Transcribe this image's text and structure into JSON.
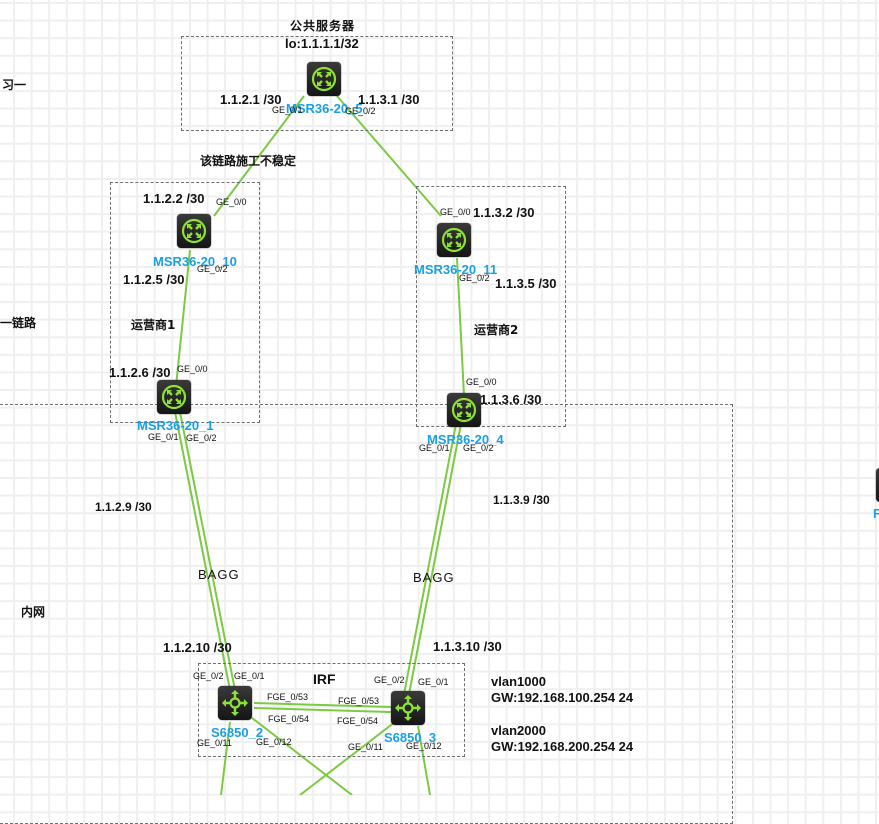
{
  "colors": {
    "link": "#7cc943",
    "device_name": "#1aa0e6",
    "box_border": "#6e6e6e",
    "device_icon": "#8ee234"
  },
  "partial_labels": {
    "left_top": "习一",
    "left_mid": "一链路",
    "right_cut_device": "F"
  },
  "groups": {
    "public_server": {
      "title": "公共服务器",
      "loopback": "lo:1.1.1.1/32"
    },
    "isp1": {
      "title": "运营商1"
    },
    "isp2": {
      "title": "运营商2"
    },
    "intranet": {
      "title": "内网"
    },
    "irf": {
      "title": "IRF"
    }
  },
  "annotations": {
    "unstable_link": "该链路施工不稳定",
    "bagg_left": "BAGG",
    "bagg_right": "BAGG",
    "vlan1000": "vlan1000",
    "vlan1000_gw": "GW:192.168.100.254 24",
    "vlan2000": "vlan2000",
    "vlan2000_gw": "GW:192.168.200.254 24"
  },
  "devices": {
    "msr5": {
      "name": "MSR36-20_5",
      "type": "router"
    },
    "msr10": {
      "name": "MSR36-20_10",
      "type": "router"
    },
    "msr11": {
      "name": "MSR36-20_11",
      "type": "router"
    },
    "msr1": {
      "name": "MSR36-20_1",
      "type": "router"
    },
    "msr4": {
      "name": "MSR36-20_4",
      "type": "router"
    },
    "s2": {
      "name": "S6850_2",
      "type": "switch"
    },
    "s3": {
      "name": "S6850_3",
      "type": "switch"
    }
  },
  "ip_labels": {
    "msr5_ge01": "1.1.2.1 /30",
    "msr5_ge02": "1.1.3.1 /30",
    "msr10_ge00": "1.1.2.2 /30",
    "msr10_ge02": "1.1.2.5 /30",
    "msr1_ge00": "1.1.2.6 /30",
    "msr1_bagg": "1.1.2.9 /30",
    "s2_bagg": "1.1.2.10 /30",
    "msr11_ge00": "1.1.3.2 /30",
    "msr11_ge02": "1.1.3.5 /30",
    "msr4_ge00": "1.1.3.6 /30",
    "msr4_bagg": "1.1.3.9 /30",
    "s3_bagg": "1.1.3.10 /30"
  },
  "ports": {
    "msr5_a": "GE_0/1",
    "msr5_b": "GE_0/2",
    "msr10_a": "GE_0/0",
    "msr10_b": "GE_0/2",
    "msr11_a": "GE_0/0",
    "msr11_b": "GE_0/2",
    "msr1_a": "GE_0/0",
    "msr1_b": "GE_0/1",
    "msr1_c": "GE_0/2",
    "msr4_a": "GE_0/0",
    "msr4_b": "GE_0/1",
    "msr4_c": "GE_0/2",
    "s2_ge02": "GE_0/2",
    "s2_ge01": "GE_0/1",
    "s2_fge53": "FGE_0/53",
    "s2_fge54": "FGE_0/54",
    "s2_ge011": "GE_0/11",
    "s2_ge012": "GE_0/12",
    "s3_ge02": "GE_0/2",
    "s3_ge01": "GE_0/1",
    "s3_fge53": "FGE_0/53",
    "s3_fge54": "FGE_0/54",
    "s3_ge011": "GE_0/11",
    "s3_ge012": "GE_0/12"
  }
}
